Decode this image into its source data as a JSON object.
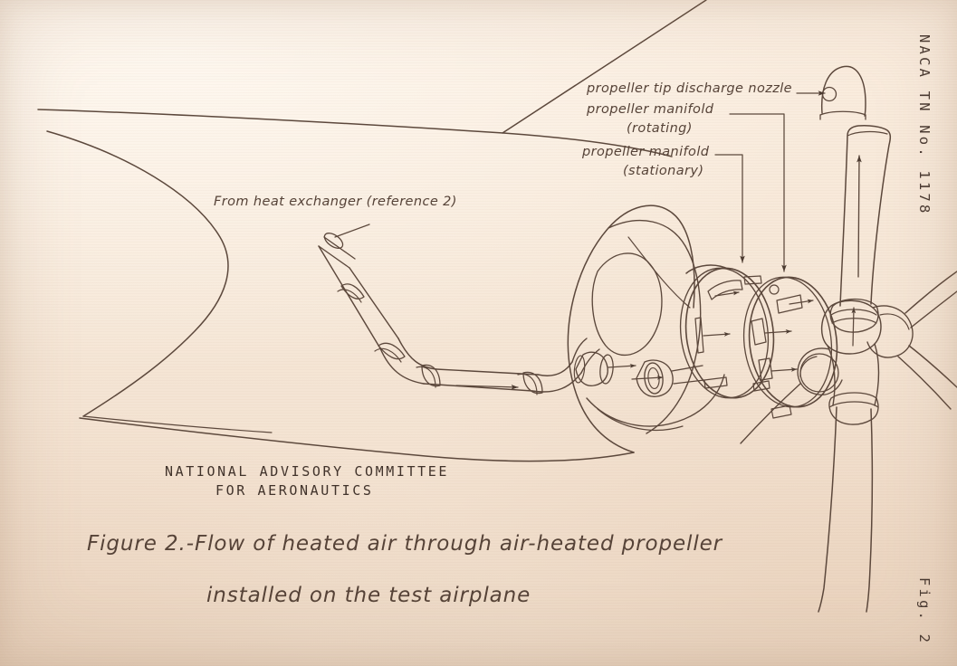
{
  "document": {
    "right_margin_label": "NACA TN No. 1178",
    "corner_label": "Fig. 2"
  },
  "credit": {
    "line1": "NATIONAL ADVISORY COMMITTEE",
    "line2": "FOR AERONAUTICS"
  },
  "caption": {
    "line1": "Figure 2.-Flow of heated air through air-heated propeller",
    "line2": "installed on the test airplane"
  },
  "annotations": {
    "source_duct": "From heat exchanger (reference 2)",
    "tip_nozzle": "propeller tip discharge nozzle",
    "manifold_rotating_line1": "propeller manifold",
    "manifold_rotating_line2": "(rotating)",
    "manifold_stationary_line1": "propeller manifold",
    "manifold_stationary_line2": "(stationary)"
  },
  "colors": {
    "paper": "#f7e9da",
    "ink": "#5c483c",
    "ink_dark": "#41332b",
    "ink_light": "#7a6252"
  }
}
